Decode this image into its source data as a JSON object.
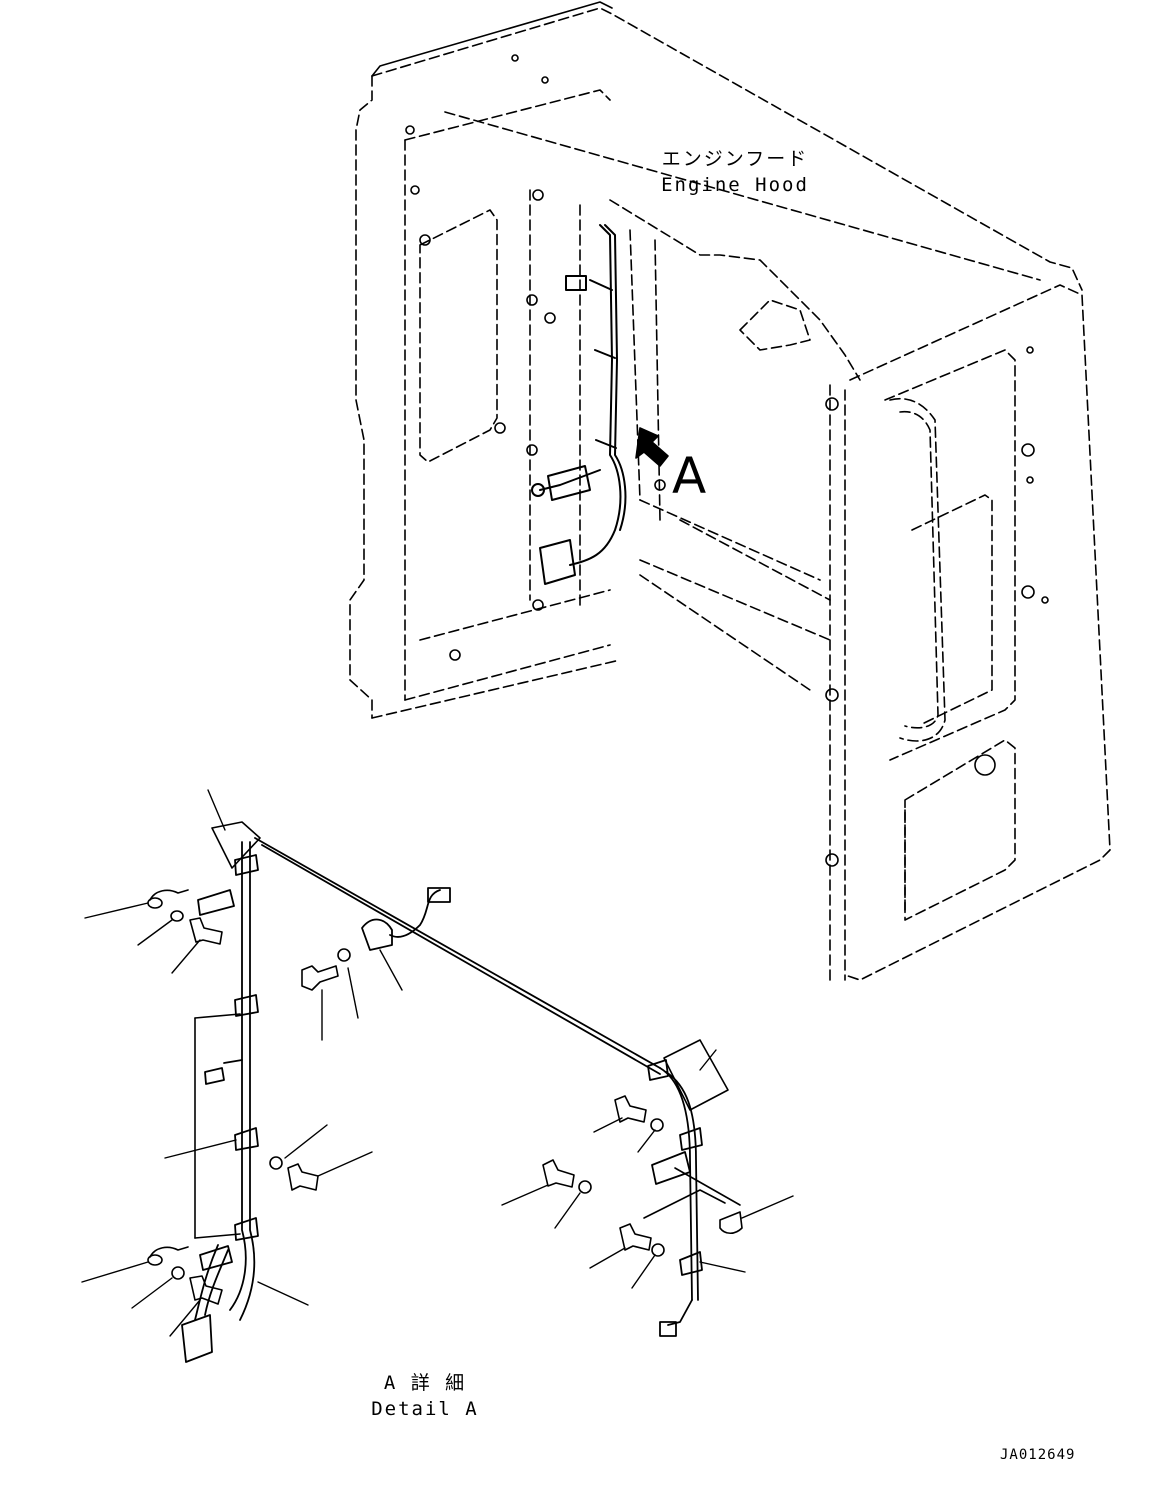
{
  "labels": {
    "hood_jp": "エンジンフード",
    "hood_en": "Engine Hood",
    "view_arrow": "A",
    "detail_jp": "A 詳 細",
    "detail_en": "Detail A",
    "drawing_number": "JA012649"
  },
  "parts": {
    "engine_hood": "engine-hood",
    "harness": "wiring-harness",
    "connectors": "connector",
    "clamps": "clamp",
    "bolts": "bolt",
    "washers": "washer"
  }
}
